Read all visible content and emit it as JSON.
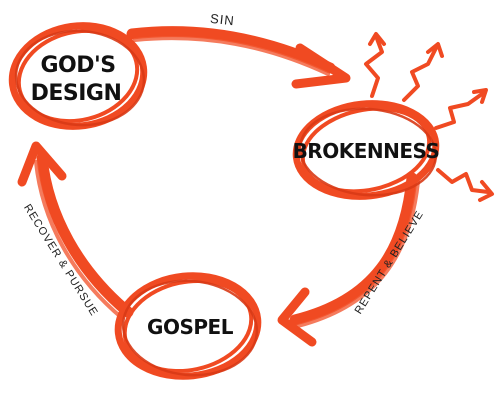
{
  "diagram": {
    "colors": {
      "accent": "#f04a22",
      "accent_dark": "#d83a16",
      "text": "#111111",
      "background": "#ffffff"
    },
    "nodes": {
      "gods_design": {
        "line1": "GOD'S",
        "line2": "DESIGN"
      },
      "brokenness": {
        "label": "BROKENNESS"
      },
      "gospel": {
        "label": "GOSPEL"
      }
    },
    "edges": {
      "sin": {
        "label": "SIN"
      },
      "repent_believe": {
        "label": "REPENT & BELIEVE"
      },
      "recover_pursue": {
        "label": "RECOVER & PURSUE"
      }
    },
    "decoration": "zigzag-burst-arrows"
  }
}
